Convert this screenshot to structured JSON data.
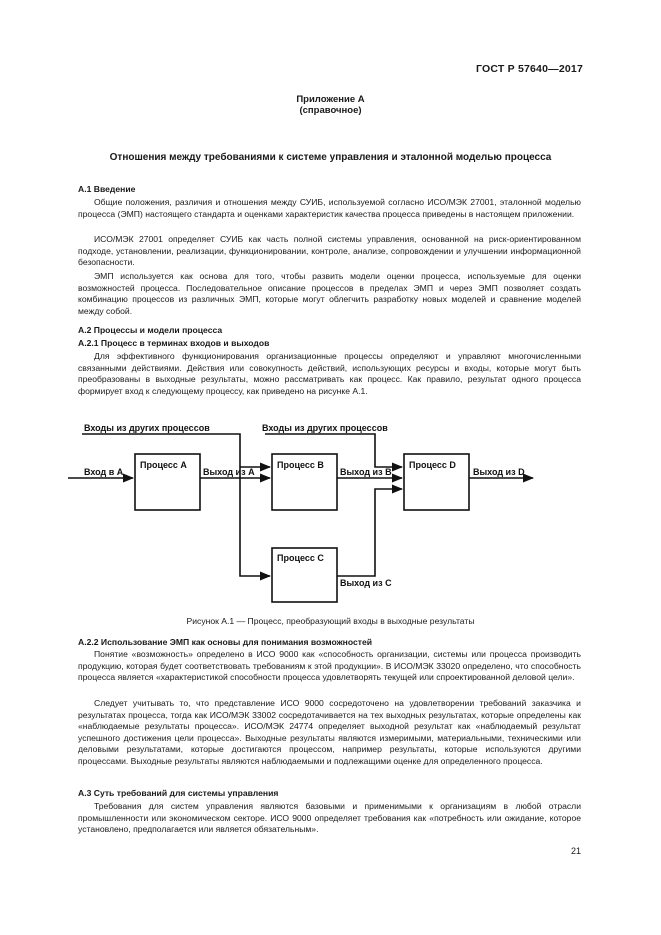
{
  "header": {
    "standard": "ГОСТ Р 57640—2017"
  },
  "annex": {
    "title": "Приложение А",
    "note": "(справочное)"
  },
  "main_title": "Отношения между требованиями к системе управления и эталонной моделью процесса",
  "sections": {
    "a1": {
      "heading": "А.1 Введение",
      "p1": "Общие положения, различия и отношения между СУИБ, используемой согласно ИСО/МЭК 27001, эталонной моделью процесса (ЭМП) настоящего стандарта и оценками характеристик качества процесса приведены в настоящем приложении.",
      "p2": "ИСО/МЭК 27001 определяет СУИБ как часть полной системы управления, основанной на риск-ориентированном подходе, установлении, реализации, функционировании, контроле, анализе, сопровождении и улучшении информационной безопасности.",
      "p3": "ЭМП используется как основа для того, чтобы развить модели оценки процесса, используемые для оценки возможностей процесса. Последовательное описание процессов в пределах ЭМП и через ЭМП позволяет создать комбинацию процессов из различных ЭМП, которые могут облегчить разработку новых моделей и сравнение моделей между собой."
    },
    "a2": {
      "heading": "А.2 Процессы и модели процесса",
      "sub1_heading": "А.2.1 Процесс в терминах входов и выходов",
      "sub1_p1": "Для эффективного функционирования организационные процессы определяют и управляют многочисленными связанными действиями. Действия или совокупность действий, использующих ресурсы и входы, которые могут быть преобразованы в выходные результаты, можно рассматривать как процесс. Как правило, результат одного процесса формирует вход к следующему процессу, как приведено на рисунке А.1.",
      "sub2_heading": "А.2.2 Использование ЭМП как основы для понимания возможностей",
      "sub2_p1": "Понятие «возможность» определено в ИСО 9000 как «способность организации, системы или процесса производить продукцию, которая будет соответствовать требованиям к этой продукции». В ИСО/МЭК 33020 определено, что способность процесса является «характеристикой способности процесса удовлетворять текущей или спроектированной деловой цели».",
      "sub2_p2": "Следует учитывать то, что представление ИСО 9000 сосредоточено на удовлетворении требований заказчика и результатах процесса, тогда как ИСО/МЭК 33002 сосредотачивается на тех выходных результатах, которые определены как «наблюдаемые результаты процесса». ИСО/МЭК 24774 определяет выходной результат как «наблюдаемый результат успешного достижения цели процесса». Выходные результаты являются измеримыми, материальными, техническими или деловыми результатами, которые достигаются процессом, например результаты, которые используются другими процессами. Выходные результаты являются наблюдаемыми и подлежащими оценке для определенного процесса."
    },
    "a3": {
      "heading": "А.3 Суть требований для системы управления",
      "p1": "Требования для систем управления являются базовыми и применимыми к организациям в любой отрасли промышленности или экономическом секторе. ИСО 9000 определяет требования как «потребность или ожидание, которое установлено, предполагается или является обязательным»."
    }
  },
  "figure": {
    "caption": "Рисунок А.1 — Процесс, преобразующий входы в выходные результаты",
    "labels": {
      "inputs_other_1": "Входы из других процессов",
      "inputs_other_2": "Входы из других процессов",
      "input_a": "Вход в А",
      "process_a": "Процесс А",
      "output_a": "Выход из А",
      "process_b": "Процесс В",
      "output_b": "Выход из В",
      "process_c": "Процесс С",
      "output_c": "Выход из С",
      "process_d": "Процесс D",
      "output_d": "Выход из D"
    }
  },
  "page_number": "21"
}
